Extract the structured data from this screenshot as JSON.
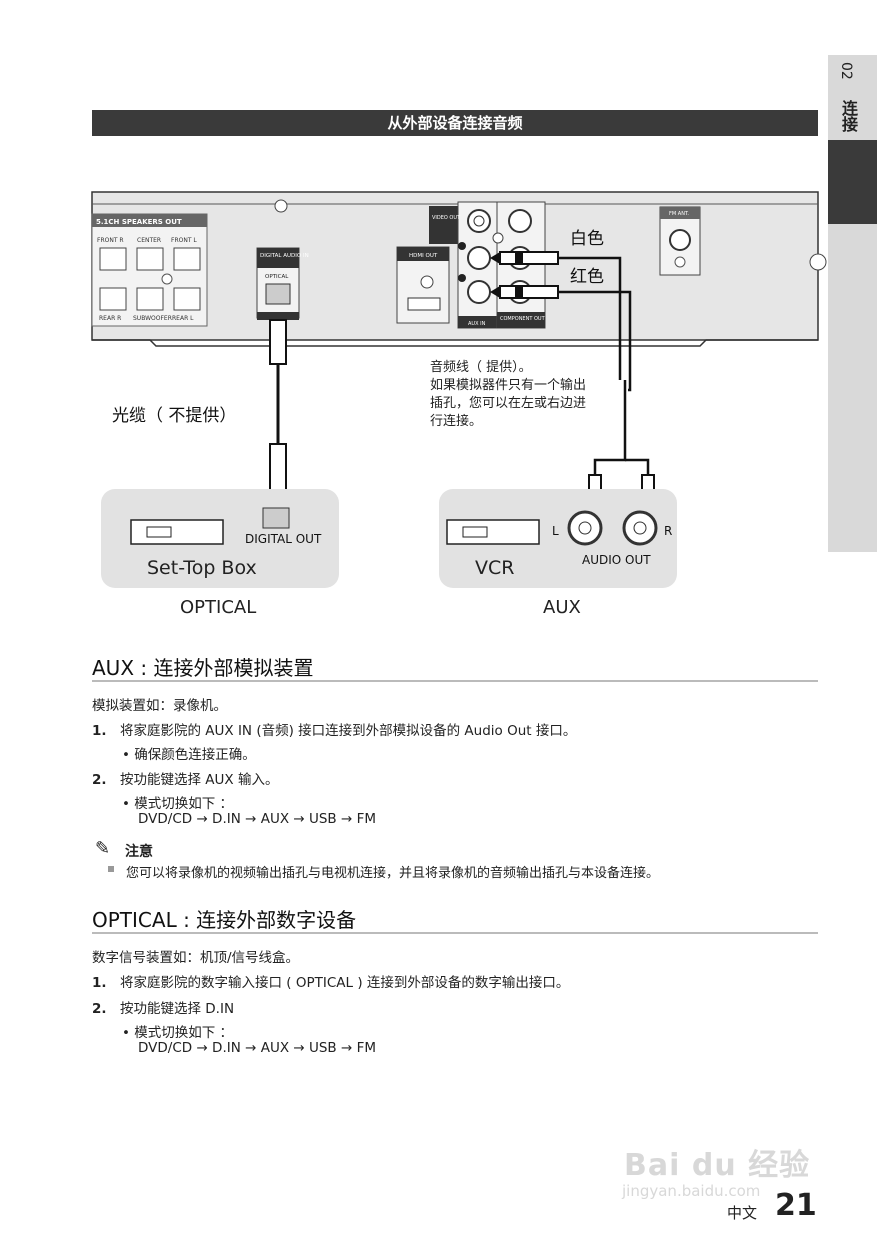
{
  "side_tab": {
    "number": "02",
    "label": "连接"
  },
  "banner": {
    "title": "从外部设备连接音频"
  },
  "diagram": {
    "speakers_title": "5.1CH SPEAKERS OUT",
    "front_r": "FRONT R",
    "center": "CENTER",
    "front_l": "FRONT L",
    "rear_r": "REAR R",
    "subwoofer": "SUBWOOFER",
    "rear_l": "REAR L",
    "digital_audio_in": "DIGITAL AUDIO IN",
    "optical_port": "OPTICAL",
    "hdmi_out": "HDMI OUT",
    "video_out": "VIDEO OUT",
    "aux_in": "AUX IN",
    "component_out": "COMPONENT OUT",
    "fm_ant": "FM ANT.",
    "white": "白色",
    "red": "红色",
    "audio_cable_note": [
      "音频线（ 提供）。",
      "如果模拟器件只有一个输出",
      "插孔，您可以在左或右边进",
      "行连接。"
    ],
    "optical_cable": "光缆（ 不提供）",
    "digital_out": "DIGITAL OUT",
    "set_top_box": "Set-Top Box",
    "vcr": "VCR",
    "audio_out": "AUDIO OUT",
    "l": "L",
    "r": "R",
    "optical_caption": "OPTICAL",
    "aux_caption": "AUX"
  },
  "aux_section": {
    "heading": "AUX : 连接外部模拟装置",
    "intro": "模拟装置如：录像机。",
    "step1_num": "1.",
    "step1": "将家庭影院的 AUX IN (音频) 接口连接到外部模拟设备的 Audio Out 接口。",
    "step1_sub": "• 确保颜色连接正确。",
    "step2_num": "2.",
    "step2": "按功能键选择 AUX 输入。",
    "step2_sub": "• 模式切换如下 ：",
    "step2_seq": "DVD/CD → D.IN → AUX  → USB  → FM",
    "note_title": "注意",
    "note_text": "您可以将录像机的视频输出插孔与电视机连接，并且将录像机的音频输出插孔与本设备连接。"
  },
  "optical_section": {
    "heading": "OPTICAL : 连接外部数字设备",
    "intro": "数字信号装置如：机顶/信号线盒。",
    "step1_num": "1.",
    "step1": "将家庭影院的数字输入接口 ( OPTICAL ) 连接到外部设备的数字输出接口。",
    "step2_num": "2.",
    "step2": "按功能键选择 D.IN",
    "step2_sub": "• 模式切换如下 ：",
    "step2_seq": "DVD/CD → D.IN → AUX  → USB → FM"
  },
  "footer": {
    "lang": "中文",
    "page": "21"
  },
  "watermark": {
    "line1": "Bai du 经验",
    "line2": "jingyan.baidu.com"
  }
}
